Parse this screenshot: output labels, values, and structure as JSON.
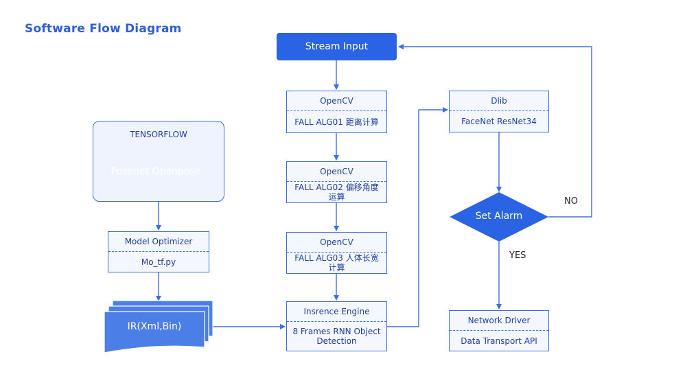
{
  "title": "Software Flow Diagram",
  "stream_input": "Stream Input",
  "tensorflow": {
    "label": "TENSORFLOW",
    "stack_label": "Posenet Openpose"
  },
  "model_optimizer": {
    "top": "Model Optimizer",
    "bottom": "Mo_tf.py"
  },
  "ir": {
    "label": "IR(Xml,Bin)"
  },
  "opencv1": {
    "top": "OpenCV",
    "bottom": "FALL ALG01 距离计算"
  },
  "opencv2": {
    "top": "OpenCV",
    "bottom": "FALL ALG02 偏移角度运算"
  },
  "opencv3": {
    "top": "OpenCV",
    "bottom": "FALL ALG03 人体长宽计算"
  },
  "inference": {
    "top": "Insrence Engine",
    "bottom": "8 Frames RNN Object Detection"
  },
  "dlib": {
    "top": "Dlib",
    "bottom": "FaceNet ResNet34"
  },
  "alarm": {
    "label": "Set Alarm"
  },
  "network": {
    "top": "Network Driver",
    "bottom": "Data Transport API"
  },
  "edge_labels": {
    "no": "NO",
    "yes": "YES"
  },
  "colors": {
    "primary": "#2b63e5",
    "stroke": "#3d6ee0",
    "stack_fill": "#4c7ee8",
    "text": "#1f3fa0"
  }
}
